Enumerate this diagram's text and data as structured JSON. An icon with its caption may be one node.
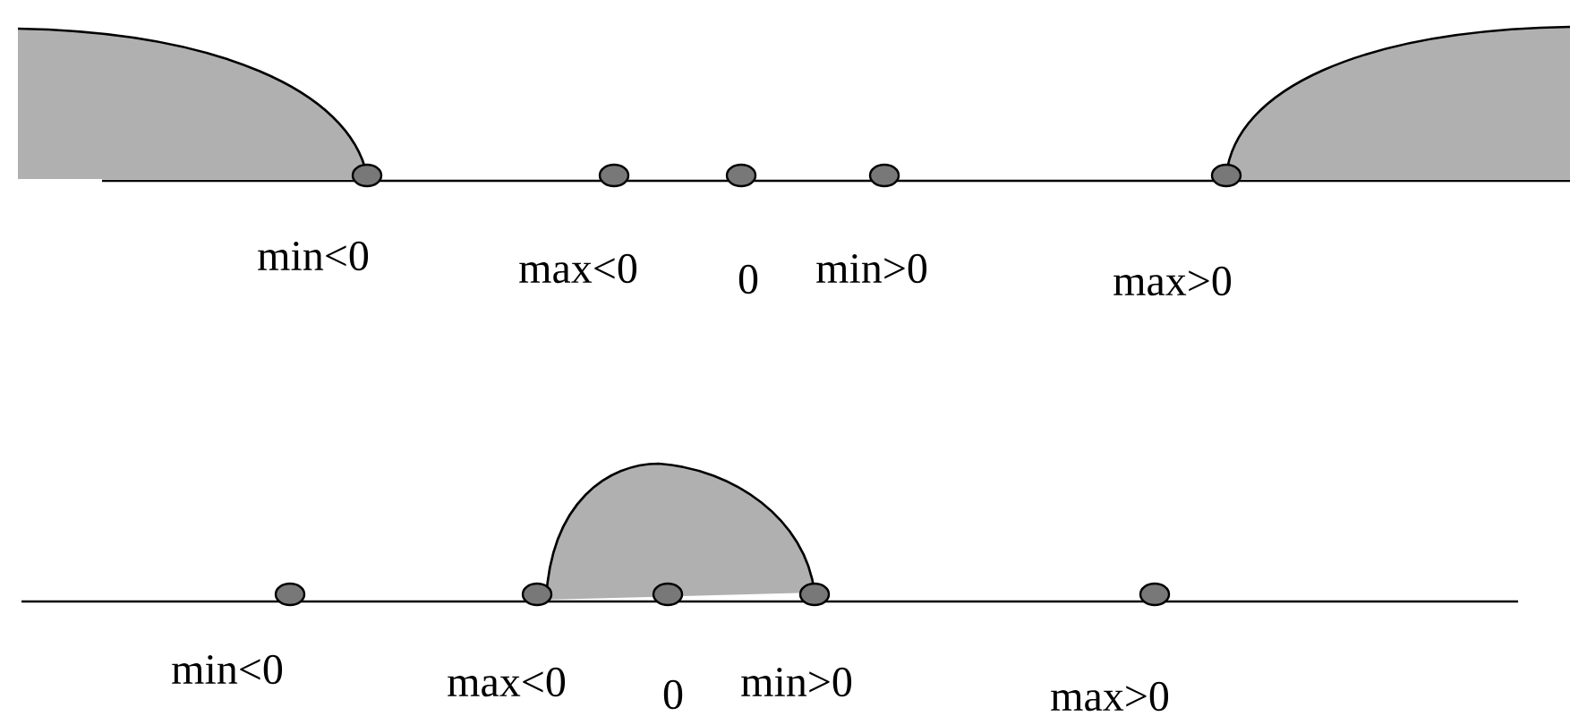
{
  "diagram": {
    "labels": [
      "min<0",
      "max<0",
      "0",
      "min>0",
      "max>0",
      "min<0",
      "max<0",
      "0",
      "min>0",
      "max>0"
    ]
  }
}
